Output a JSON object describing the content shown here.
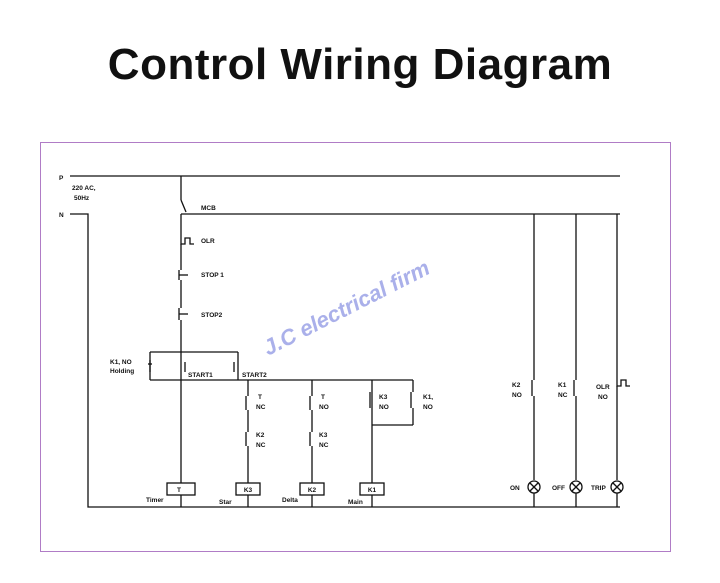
{
  "title": "Control Wiring Diagram",
  "watermark": "J.C electrical firm",
  "supply": {
    "phase": "P",
    "neutral": "N",
    "rating_line1": "220 AC,",
    "rating_line2": "50Hz"
  },
  "devices": {
    "mcb": "MCB",
    "olr": "OLR",
    "stop1": "STOP 1",
    "stop2": "STOP2",
    "holding_line1": "K1, NO",
    "holding_line2": "Holding",
    "start1": "START1",
    "start2": "START2",
    "t_no_line1": "T",
    "t_no_line2": "NO",
    "t_nc_line1": "T",
    "t_nc_line2": "NC",
    "k2_nc_line1": "K2",
    "k2_nc_line2": "NC",
    "k3_nc_line1": "K3",
    "k3_nc_line2": "NC",
    "k3_no_line1": "K3",
    "k3_no_line2": "NO",
    "k1_no_line1": "K1,",
    "k1_no_line2": "NO"
  },
  "coils": [
    {
      "tag": "T",
      "label": "Timer"
    },
    {
      "tag": "K3",
      "label": "Star"
    },
    {
      "tag": "K2",
      "label": "Delta"
    },
    {
      "tag": "K1",
      "label": "Main"
    }
  ],
  "indicators": [
    {
      "contact_line1": "K2",
      "contact_line2": "NO",
      "lamp": "ON"
    },
    {
      "contact_line1": "K1",
      "contact_line2": "NC",
      "lamp": "OFF"
    },
    {
      "contact_line1": "OLR",
      "contact_line2": "NO",
      "lamp": "TRIP"
    }
  ],
  "colors": {
    "frame": "#b07cc6",
    "watermark": "#aab0ea",
    "wire": "#111111"
  }
}
